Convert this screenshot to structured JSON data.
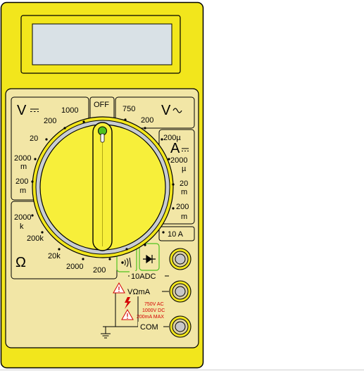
{
  "colors": {
    "body": "#f2e61c",
    "outline": "#000000",
    "panel": "#f2e6a6",
    "display": "#d9e1e6",
    "knob": "#f7ef3a",
    "indicator": "#4fc21e",
    "jack_ring": "#dcd0a0",
    "jack_core": "#c8c8c8",
    "warning": "#d40000",
    "highlight": "#4fc21e"
  },
  "dial": {
    "off": "OFF",
    "dc_volts": {
      "symbol": "V",
      "ranges": [
        "1000",
        "200",
        "20",
        "2000",
        "m",
        "200",
        "m"
      ]
    },
    "ac_volts": {
      "symbol": "V",
      "ranges": [
        "750",
        "200"
      ]
    },
    "dc_amps": {
      "symbol": "A",
      "ranges": [
        "200µ",
        "2000",
        "µ",
        "20",
        "m",
        "200",
        "m"
      ],
      "ten_amp": "10 A"
    },
    "ohms": {
      "symbol": "Ω",
      "ranges": [
        "2000",
        "k",
        "200k",
        "20k",
        "2000",
        "200"
      ]
    },
    "continuity_icon": "continuity-icon",
    "diode_icon": "diode-icon"
  },
  "jacks": {
    "adc": "10ADC",
    "vma": "VΩmA",
    "com": "COM"
  },
  "warning_icons": [
    "warning-triangle-icon",
    "lightning-icon",
    "warning-triangle-icon"
  ],
  "ground_icon": "ground-icon",
  "warning": {
    "line1": "750V AC",
    "line2": "1000V DC",
    "line3": "200mA MAX"
  }
}
